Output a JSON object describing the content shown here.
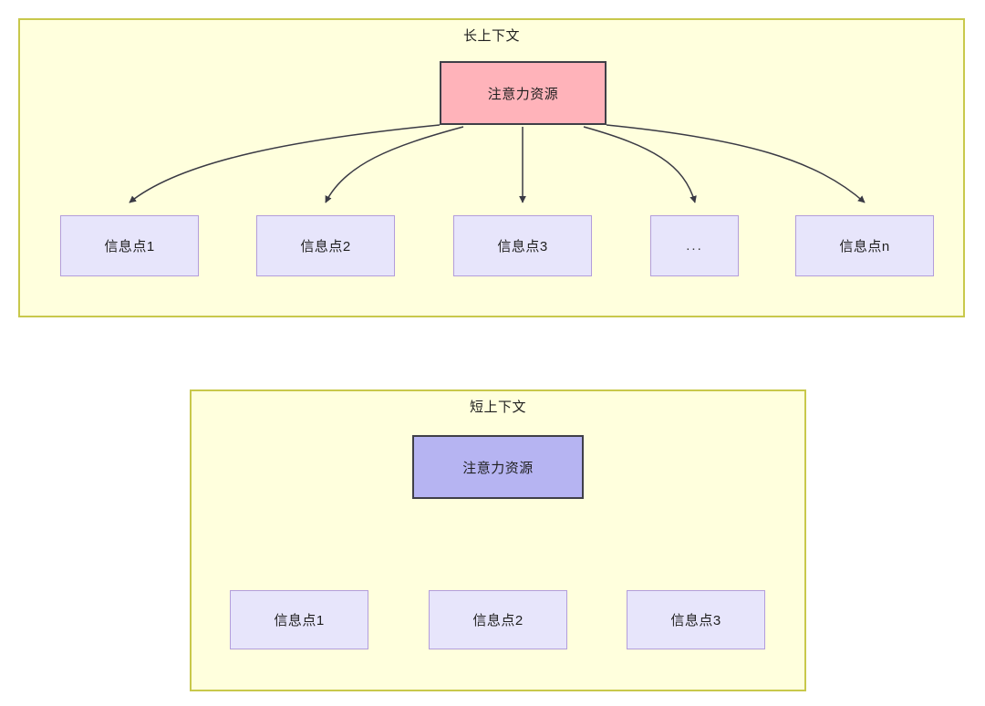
{
  "diagram": {
    "title_long": "长上下文",
    "title_short": "短上下文",
    "groups": [
      {
        "id": "long-context",
        "label": "长上下文",
        "central": {
          "label": "注意力资源",
          "fill": "#ffb3ba",
          "stroke": "#3f3f47"
        },
        "leaves": [
          {
            "label": "信息点1"
          },
          {
            "label": "信息点2"
          },
          {
            "label": "信息点3"
          },
          {
            "label": "..."
          },
          {
            "label": "信息点n"
          }
        ]
      },
      {
        "id": "short-context",
        "label": "短上下文",
        "central": {
          "label": "注意力资源",
          "fill": "#b6b4f2",
          "stroke": "#3f3f47"
        },
        "leaves": [
          {
            "label": "信息点1"
          },
          {
            "label": "信息点2"
          },
          {
            "label": "信息点3"
          }
        ]
      }
    ],
    "colors": {
      "container_fill": "#ffffdd",
      "container_stroke": "#c8c84b",
      "leaf_fill": "#e7e5fb",
      "leaf_stroke": "#b39ddb",
      "edge_stroke": "#3a3a44",
      "text": "#1f1f1f",
      "page_background": "#ffffff"
    }
  }
}
